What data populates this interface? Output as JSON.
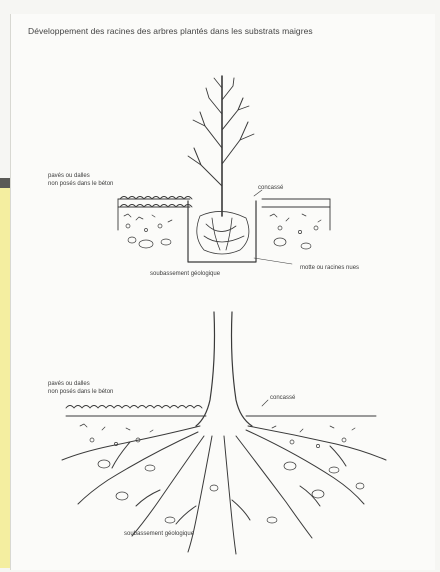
{
  "title": "Développement des racines des arbres plantés dans les substrats maigres",
  "diagram_top": {
    "label_paving_line1": "pavés ou dalles",
    "label_paving_line2": "non posés dans le béton",
    "label_gravel": "concassé",
    "label_root_ball": "motte ou racines nues",
    "label_bedrock": "soubassement géologique"
  },
  "diagram_bottom": {
    "label_paving_line1": "pavés ou dalles",
    "label_paving_line2": "non posés dans le béton",
    "label_gravel": "concassé",
    "label_bedrock": "soubassement géologique"
  },
  "colors": {
    "ink": "#3a3a3a",
    "paper": "#fbfbf9",
    "side_panel": "#f4eea0"
  }
}
